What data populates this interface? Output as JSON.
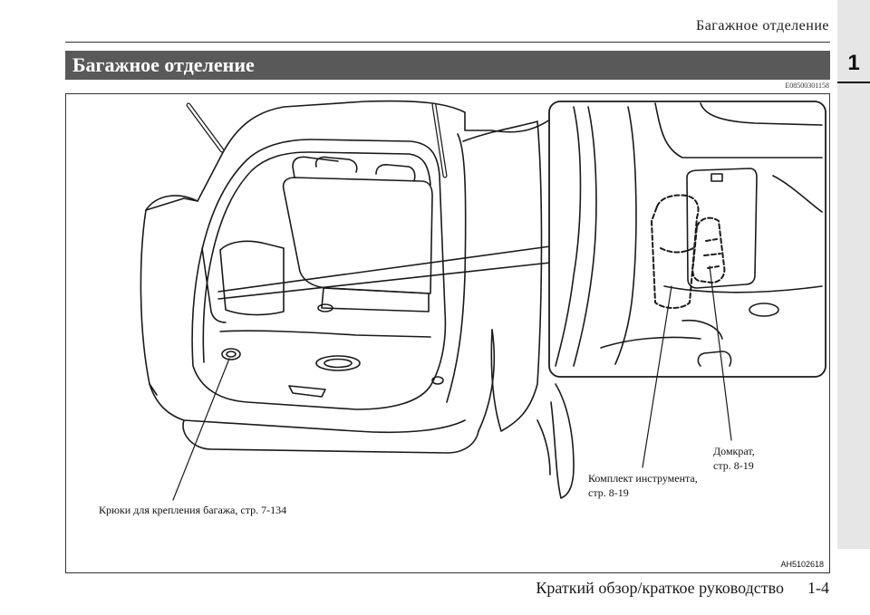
{
  "header": {
    "title": "Багажное отделение"
  },
  "section": {
    "title": "Багажное отделение",
    "ref_code": "E08500301158"
  },
  "chapter_tab": {
    "number": "1"
  },
  "figure": {
    "code": "AH5102618",
    "callouts": {
      "hooks": "Крюки для крепления багажа, стр. 7-134",
      "tools_line1": "Комплект инструмента,",
      "tools_line2": "стр. 8-19",
      "jack_line1": "Домкрат,",
      "jack_line2": "стр. 8-19"
    }
  },
  "footer": {
    "text": "Краткий обзор/краткое руководство",
    "page": "1-4"
  }
}
